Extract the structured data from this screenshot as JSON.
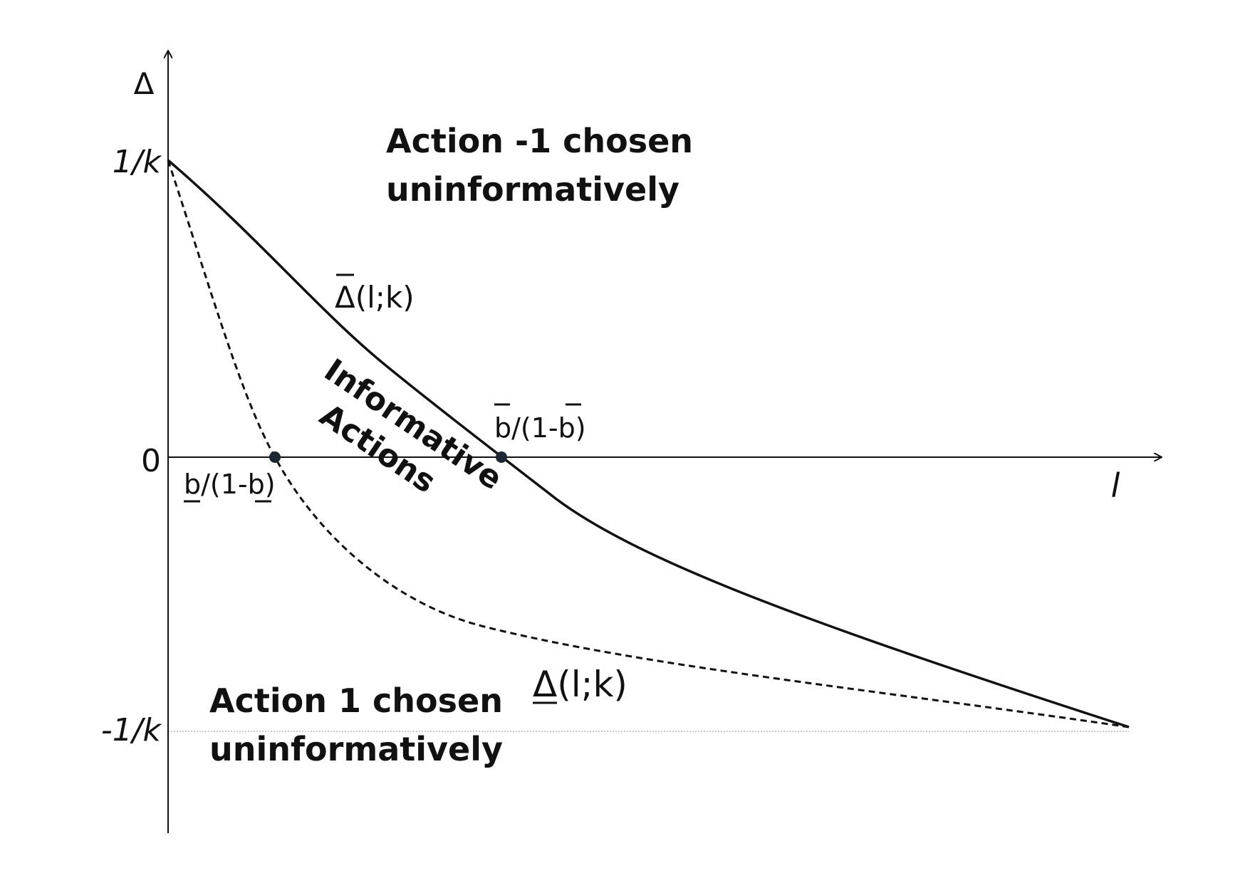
{
  "axes": {
    "y_label": "Δ",
    "x_label": "l",
    "y_ticks": {
      "top": "1/k",
      "zero": "0",
      "bottom": "-1/k"
    }
  },
  "regions": {
    "upper": [
      "Action -1 chosen",
      "uninformatively"
    ],
    "middle": [
      "Informative",
      "Actions"
    ],
    "lower": [
      "Action 1 chosen",
      "uninformatively"
    ]
  },
  "curves": {
    "upper": {
      "symbol": "Δ",
      "args": "(l;k)",
      "bar": "over",
      "style": "solid"
    },
    "lower": {
      "symbol": "Δ",
      "args": "(l;k)",
      "bar": "under",
      "style": "dashed"
    }
  },
  "points": {
    "lower_crossing": {
      "pre": "b",
      "mid": "/(1-",
      "b": "b",
      "post": ")",
      "bar": "under"
    },
    "upper_crossing": {
      "pre": "b",
      "mid": "/(1-",
      "b": "b",
      "post": ")",
      "bar": "over"
    }
  },
  "colors": {
    "ink": "#111111",
    "point": "#1c2733",
    "guide": "#999999"
  }
}
